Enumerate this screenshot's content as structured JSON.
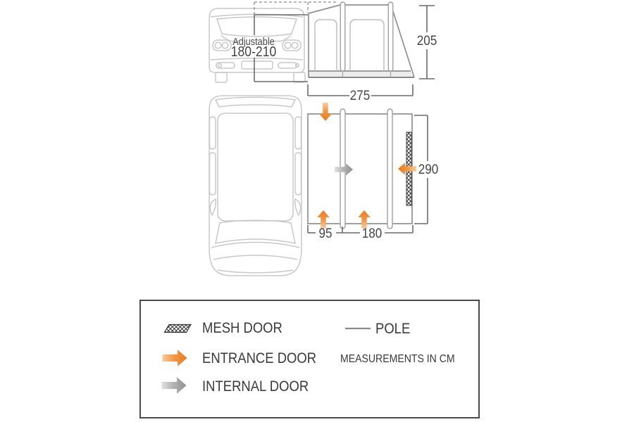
{
  "diagram": {
    "van_connection": {
      "line1": "Adjustable",
      "line2": "180-210"
    },
    "dimensions": {
      "awning_height_cm": "205",
      "awning_width_cm": "275",
      "awning_depth_cm": "290",
      "front_section_cm": "95",
      "main_section_cm": "180"
    }
  },
  "legend": {
    "items": [
      {
        "label": "MESH DOOR"
      },
      {
        "label": "ENTRANCE DOOR"
      },
      {
        "label": "INTERNAL DOOR"
      },
      {
        "label": "POLE"
      }
    ],
    "note": "MEASUREMENTS IN CM"
  },
  "colors": {
    "entrance_accent": "#e87a1e",
    "internal_accent": "#8f8f8f",
    "van_outline": "#c8c8c8",
    "awning_outline": "#909090",
    "dimension_line": "#6b6b6b",
    "mesh": "#333333",
    "legend_border": "#4a4a4a"
  }
}
